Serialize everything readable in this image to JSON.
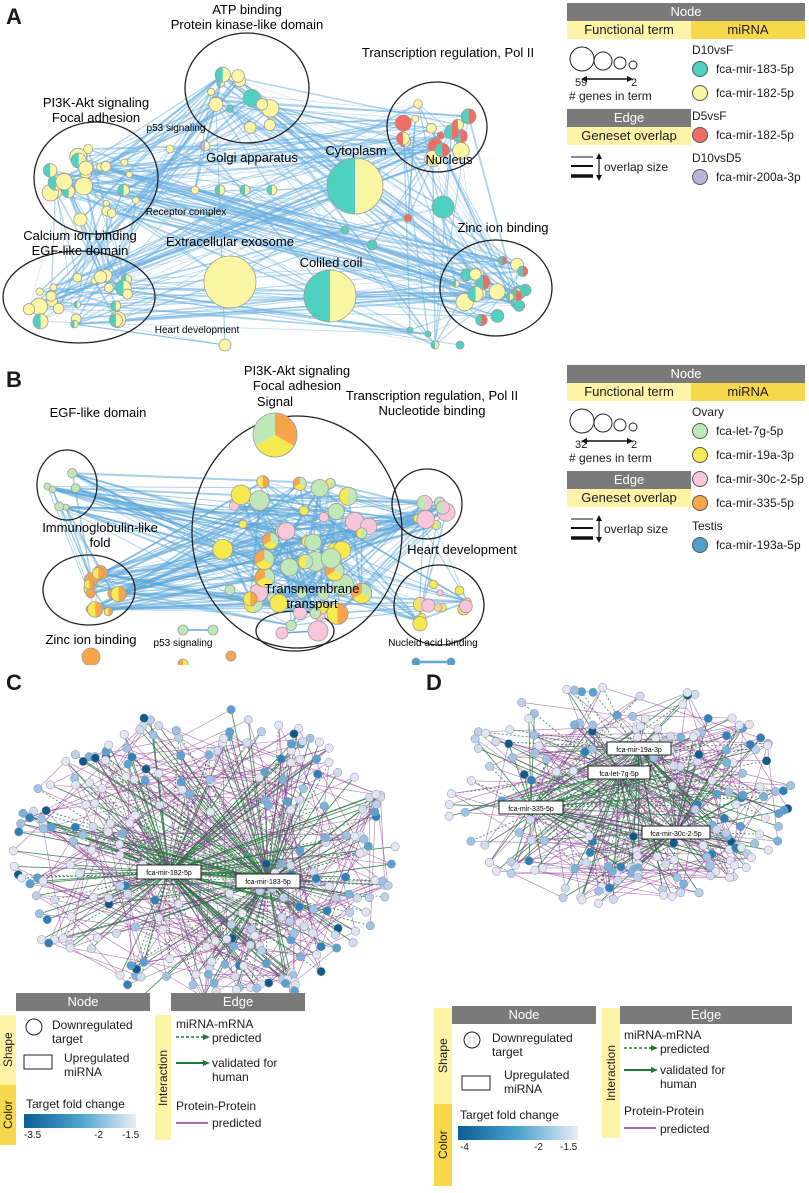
{
  "panels": {
    "a": {
      "letter": "A",
      "clusters": [
        {
          "label1": "ATP binding",
          "label2": "Protein kinase-like domain"
        },
        {
          "label1": "Transcription regulation, Pol II",
          "label2": ""
        },
        {
          "label1": "PI3K-Akt signaling",
          "label2": "Focal adhesion"
        },
        {
          "label1": "Calcium ion binding",
          "label2": "EGF-like domain"
        },
        {
          "label1": "Zinc ion binding",
          "label2": ""
        }
      ],
      "labels": {
        "p53": "p53 signaling",
        "golgi": "Golgi apparatus",
        "cytoplasm": "Cytoplasm",
        "nucleus": "Nucleus",
        "receptor": "Receptor complex",
        "exosome": "Extracellular exosome",
        "coiled": "Coliled coil",
        "heart": "Heart development"
      },
      "legend": {
        "node_header": "Node",
        "functional_term": "Functional term",
        "mirna_header": "miRNA",
        "size_max": "59",
        "size_min": "2",
        "size_caption": "# genes in term",
        "edge_header": "Edge",
        "edge_sub": "Geneset overlap",
        "overlap_caption": "overlap size",
        "groups": [
          {
            "name": "D10vsF",
            "items": [
              {
                "label": "fca-mir-183-5p",
                "color": "#4fd1c1"
              },
              {
                "label": "fca-mir-182-5p",
                "color": "#fbf6a4"
              }
            ]
          },
          {
            "name": "D5vsF",
            "items": [
              {
                "label": "fca-mir-182-5p",
                "color": "#ee6e62"
              }
            ]
          },
          {
            "name": "D10vsD5",
            "items": [
              {
                "label": "fca-mir-200a-3p",
                "color": "#b9b3d9"
              }
            ]
          }
        ]
      }
    },
    "b": {
      "letter": "B",
      "labels": {
        "pi3k1": "PI3K-Akt signaling",
        "pi3k2": "Focal adhesion",
        "signal": "Signal",
        "tr1": "Transcription regulation, Pol II",
        "tr2": "Nucleotide binding",
        "egf": "EGF-like domain",
        "ig1": "Immunoglobulin-like",
        "ig2": "fold",
        "heart": "Heart development",
        "tm1": "Transmembrane",
        "tm2": "transport",
        "zinc": "Zinc ion binding",
        "p53": "p53 signaling",
        "nucleic": "Nucleid acid binding"
      },
      "legend": {
        "node_header": "Node",
        "functional_term": "Functional term",
        "mirna_header": "miRNA",
        "size_max": "32",
        "size_min": "2",
        "size_caption": "# genes in term",
        "edge_header": "Edge",
        "edge_sub": "Geneset overlap",
        "overlap_caption": "overlap size",
        "groups": [
          {
            "name": "Ovary",
            "items": [
              {
                "label": "fca-let-7g-5p",
                "color": "#bfe7b8"
              },
              {
                "label": "fca-mir-19a-3p",
                "color": "#f7ea50"
              },
              {
                "label": "fca-mir-30c-2-5p",
                "color": "#f8c6da"
              },
              {
                "label": "fca-mir-335-5p",
                "color": "#f7a54a"
              }
            ]
          },
          {
            "name": "Testis",
            "items": [
              {
                "label": "fca-mir-193a-5p",
                "color": "#4f9fc8"
              }
            ]
          }
        ]
      }
    },
    "c": {
      "letter": "C",
      "mirnas": [
        "fca-mir-182-5p",
        "fca-mir-183-5p"
      ],
      "legend": {
        "node_header": "Node",
        "edge_header": "Edge",
        "shape_label": "Shape",
        "color_label": "Color",
        "interaction_label": "Interaction",
        "down_target": "Downregulated target",
        "up_mirna": "Upregulated miRNA",
        "mirna_mrna": "miRNA-mRNA",
        "predicted": "predicted",
        "validated": "validated for human",
        "protein_protein": "Protein-Protein",
        "pp_predicted": "predicted",
        "fold_change": "Target fold change",
        "cbar_min": "-3.5",
        "cbar_mid": "-2",
        "cbar_max": "-1.5"
      }
    },
    "d": {
      "letter": "D",
      "mirnas": [
        "fca-mir-19a-3p",
        "fca-let-7g-5p",
        "fca-mir-335-5p",
        "fca-mir-30c-2-5p"
      ],
      "legend": {
        "node_header": "Node",
        "edge_header": "Edge",
        "shape_label": "Shape",
        "color_label": "Color",
        "interaction_label": "Interaction",
        "down_target": "Downregulated target",
        "up_mirna": "Upregulated miRNA",
        "mirna_mrna": "miRNA-mRNA",
        "predicted": "predicted",
        "validated": "validated for human",
        "protein_protein": "Protein-Protein",
        "pp_predicted": "predicted",
        "fold_change": "Target fold change",
        "cbar_min": "-4",
        "cbar_mid": "-2",
        "cbar_max": "-1.5"
      }
    }
  }
}
